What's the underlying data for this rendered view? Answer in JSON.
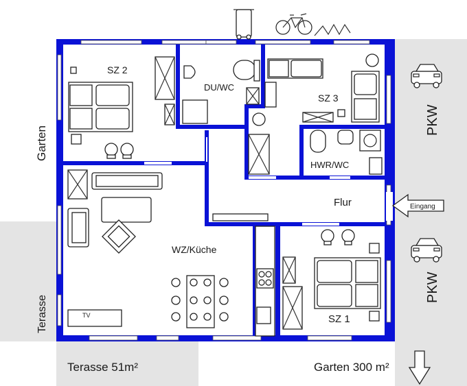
{
  "rooms": {
    "sz2": "SZ 2",
    "duwc": "DU/WC",
    "sz3": "SZ 3",
    "hwrwc": "HWR/WC",
    "flur": "Flur",
    "wz": "WZ/Küche",
    "sz1": "SZ 1",
    "tv": "TV"
  },
  "exterior": {
    "garten_left": "Garten",
    "terasse_left": "Terasse",
    "pkw_top": "PKW",
    "pkw_bottom": "PKW",
    "terasse_area": "Terasse 51m²",
    "garten_area": "Garten 300 m²",
    "eingang": "Eingang"
  },
  "icons": {
    "bin": "trash-bin-icon",
    "bicycle": "bicycle-icon",
    "car_top": "car-icon",
    "car_bottom": "car-icon",
    "entry_arrow": "arrow-left-icon",
    "garden_arrow": "arrow-down-icon"
  },
  "colors": {
    "wall": "#0a12d6",
    "exterior": "#e4e4e4"
  }
}
